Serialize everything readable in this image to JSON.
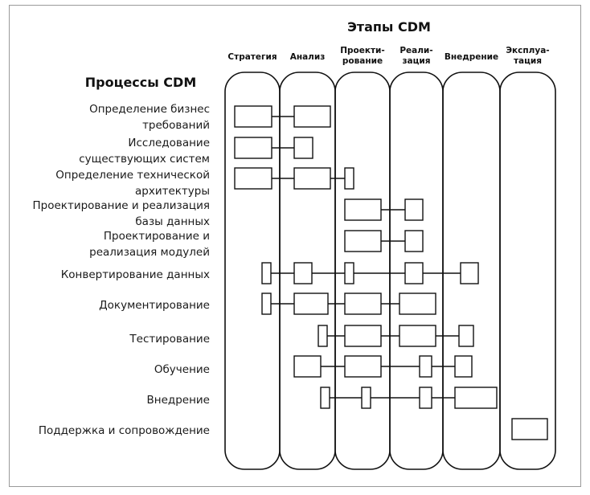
{
  "title": "Этапы CDM",
  "processes_title": "Процессы CDM",
  "phases": [
    [
      "Стратегия"
    ],
    [
      "Анализ"
    ],
    [
      "Проекти-",
      "рование"
    ],
    [
      "Реали-",
      "зация"
    ],
    [
      "Внедрение"
    ],
    [
      "Эксплуа-",
      "тация"
    ]
  ],
  "processes": [
    {
      "label": [
        "Определение бизнес",
        "требований"
      ]
    },
    {
      "label": [
        "Исследование",
        "существующих систем"
      ]
    },
    {
      "label": [
        "Определение технической",
        "архитектуры"
      ]
    },
    {
      "label": [
        "Проектирование и реализация",
        "базы данных"
      ]
    },
    {
      "label": [
        "Проектирование и",
        "реализация модулей"
      ]
    },
    {
      "label": [
        "Конвертирование данных"
      ]
    },
    {
      "label": [
        "Документирование"
      ]
    },
    {
      "label": [
        "Тестирование"
      ]
    },
    {
      "label": [
        "Обучение"
      ]
    },
    {
      "label": [
        "Внедрение"
      ]
    },
    {
      "label": [
        "Поддержка и сопровождение"
      ]
    }
  ]
}
